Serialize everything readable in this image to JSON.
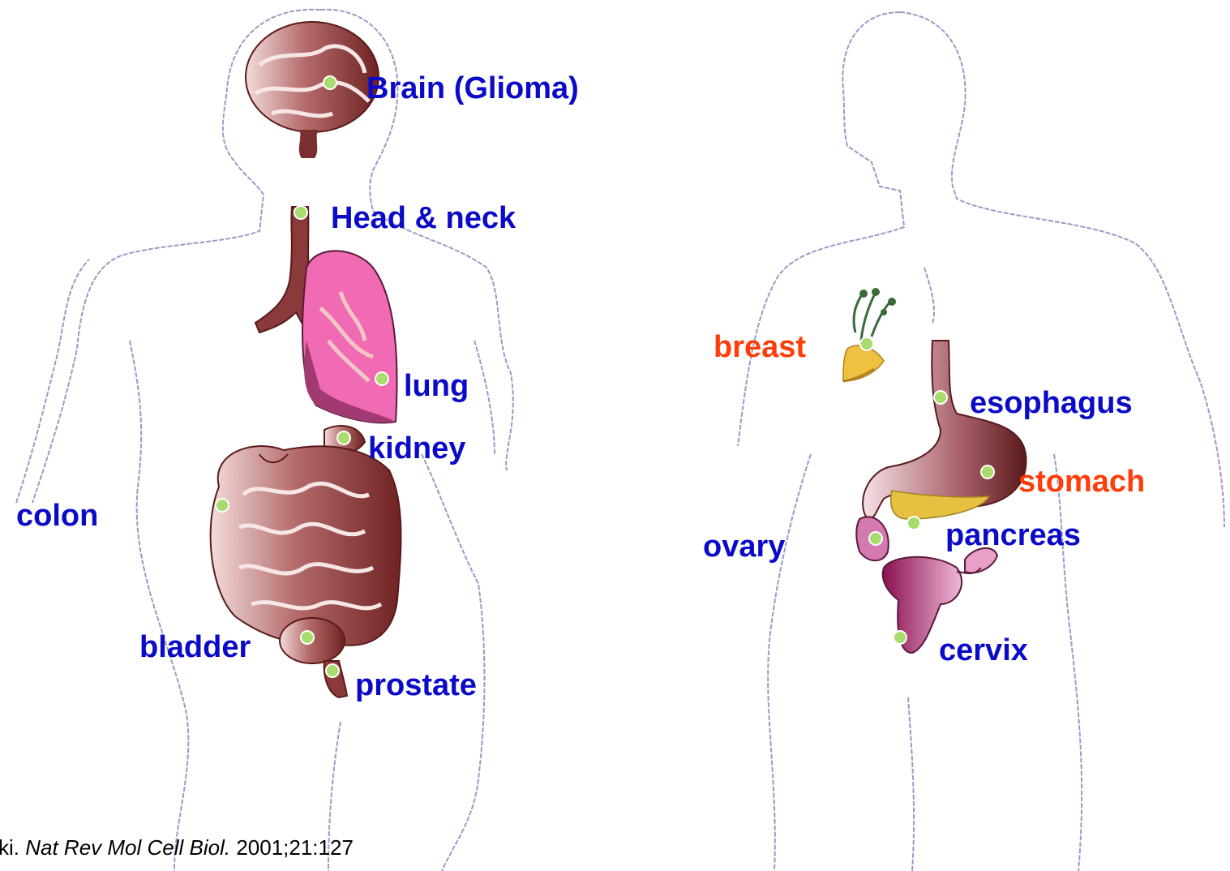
{
  "labels": {
    "brain": "Brain (Glioma)",
    "head_neck": "Head & neck",
    "lung": "lung",
    "kidney": "kidney",
    "colon": "colon",
    "bladder": "bladder",
    "prostate": "prostate",
    "breast": "breast",
    "esophagus": "esophagus",
    "stomach": "stomach",
    "ovary": "ovary",
    "pancreas": "pancreas",
    "cervix": "cervix"
  },
  "citation": {
    "author": "ki. ",
    "journal": "Nat Rev Mol Cell Biol.",
    "details": " 2001;21:127"
  },
  "colors": {
    "label_blue": "#0a0ac8",
    "label_orange": "#ff3c0a",
    "marker_green": "#a8dc6e",
    "outline": "#9a9ac8",
    "organ_brown": "#7a2e2e",
    "lung_pink": "#f06ab4",
    "uterus_magenta": "#b0206e"
  }
}
